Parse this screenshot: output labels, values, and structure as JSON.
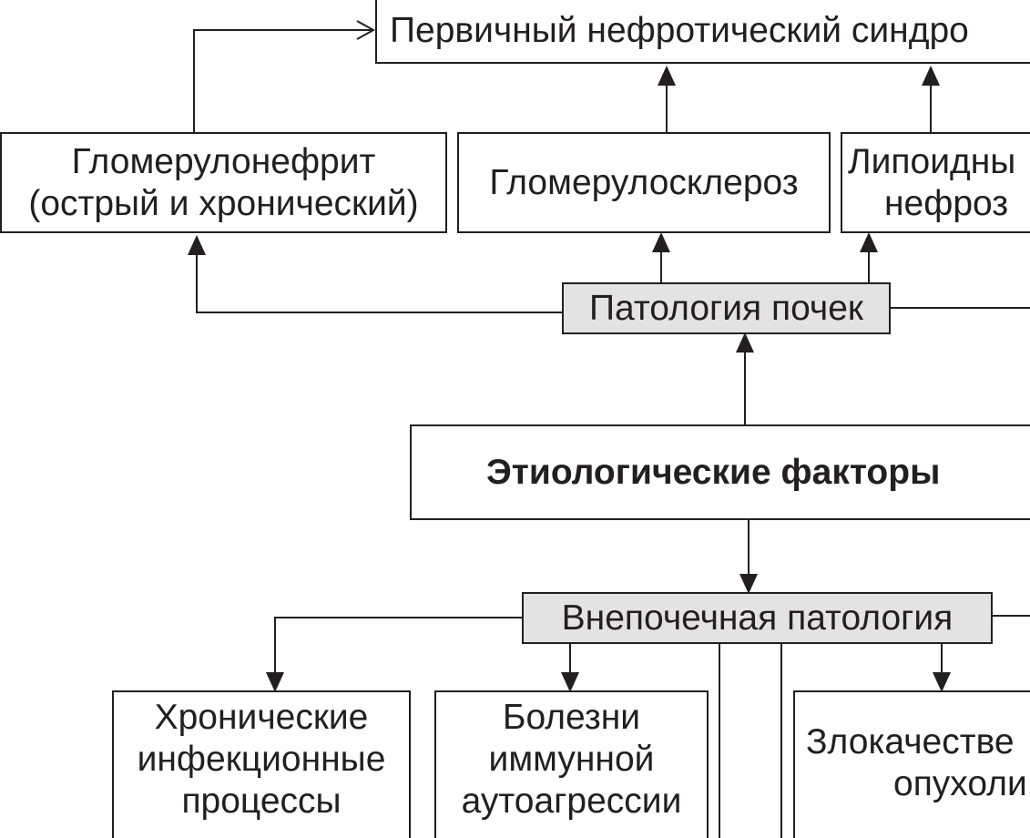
{
  "nodes": {
    "primary_syndrome": "Первичный нефротический синдро",
    "glomerulonephritis": [
      "Гломерулонефрит",
      "(острый и хронический)"
    ],
    "glomerulosclerosis": "Гломерулосклероз",
    "lipoid_nephrosis": [
      "Липоидны",
      "нефроз"
    ],
    "kidney_pathology": "Патология почек",
    "etiological_factors": "Этиологические факторы",
    "extrarenal_pathology": "Внепочечная патология",
    "chronic_infections": [
      "Хронические",
      "инфекционные",
      "процессы"
    ],
    "autoimmune_diseases": [
      "Болезни",
      "иммунной",
      "аутоагрессии"
    ],
    "malignant_tumors": [
      "Злокачестве",
      "опухоли"
    ]
  },
  "colors": {
    "line": "#231f20",
    "gray_fill": "#e3e3e3",
    "box_fill": "#ffffff"
  }
}
